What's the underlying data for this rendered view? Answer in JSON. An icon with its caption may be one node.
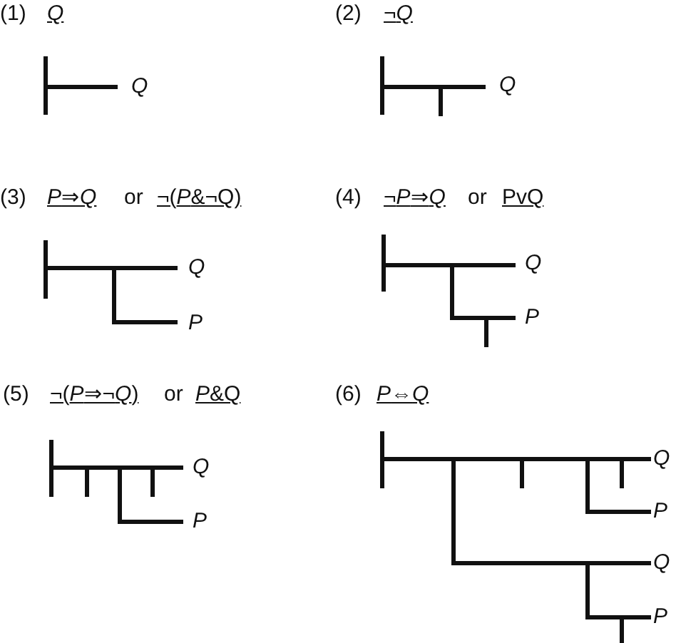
{
  "diagram": {
    "labels": [
      "(1)",
      "*Q*",
      "(2)",
      "¬*Q*",
      "Q",
      "Q",
      "(3)",
      "*P*⇒*Q*",
      "or",
      "¬(*P*&¬Q)",
      "(4)",
      "¬*P*⇒*Q*",
      "or",
      "PvQ",
      "Q",
      "P",
      "Q",
      "P",
      "(5)",
      "¬(*P*⇒¬*Q*)",
      "or",
      "*P*&Q",
      "(6)",
      "*P*⇔*Q*",
      "Q",
      "P",
      "Q",
      "P",
      "Q",
      "P"
    ]
  }
}
